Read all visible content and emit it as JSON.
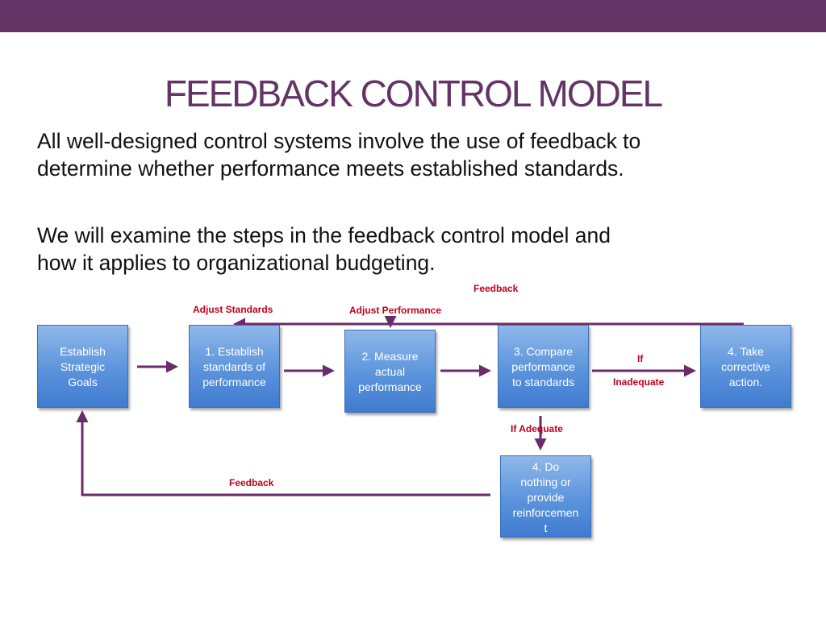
{
  "title": "FEEDBACK CONTROL MODEL",
  "paragraphs": [
    {
      "lines": [
        "All well-designed control systems involve the use of feedback to",
        "determine whether performance meets established standards."
      ]
    },
    {
      "lines": [
        "We will examine the steps in the feedback control model and",
        "how it applies to organizational budgeting."
      ]
    }
  ],
  "boxes": [
    {
      "id": "goals",
      "lines": [
        "Establish",
        "Strategic",
        "Goals"
      ]
    },
    {
      "id": "step1",
      "lines": [
        "1. Establish",
        "standards of",
        "performance"
      ]
    },
    {
      "id": "step2",
      "lines": [
        "2. Measure",
        "actual",
        "performance"
      ]
    },
    {
      "id": "step3",
      "lines": [
        "3. Compare",
        "performance",
        "to standards"
      ]
    },
    {
      "id": "step4-take",
      "lines": [
        "4. Take",
        "corrective",
        "action."
      ]
    },
    {
      "id": "step4-nothing",
      "lines": [
        "4. Do",
        "nothing or",
        "provide",
        "reinforcemen",
        "t"
      ]
    }
  ],
  "labels": {
    "feedback_top": "Feedback",
    "adjust_standards": "Adjust Standards",
    "adjust_performance": "Adjust Performance",
    "if": "If",
    "inadequate": "Inadequate",
    "if_adequate": "If Adequate",
    "feedback_bottom": "Feedback"
  },
  "colors": {
    "accent": "#643466",
    "label_red": "#c0001a",
    "box_blue": "#4f8ad8",
    "arrow": "#6a2b6a"
  }
}
